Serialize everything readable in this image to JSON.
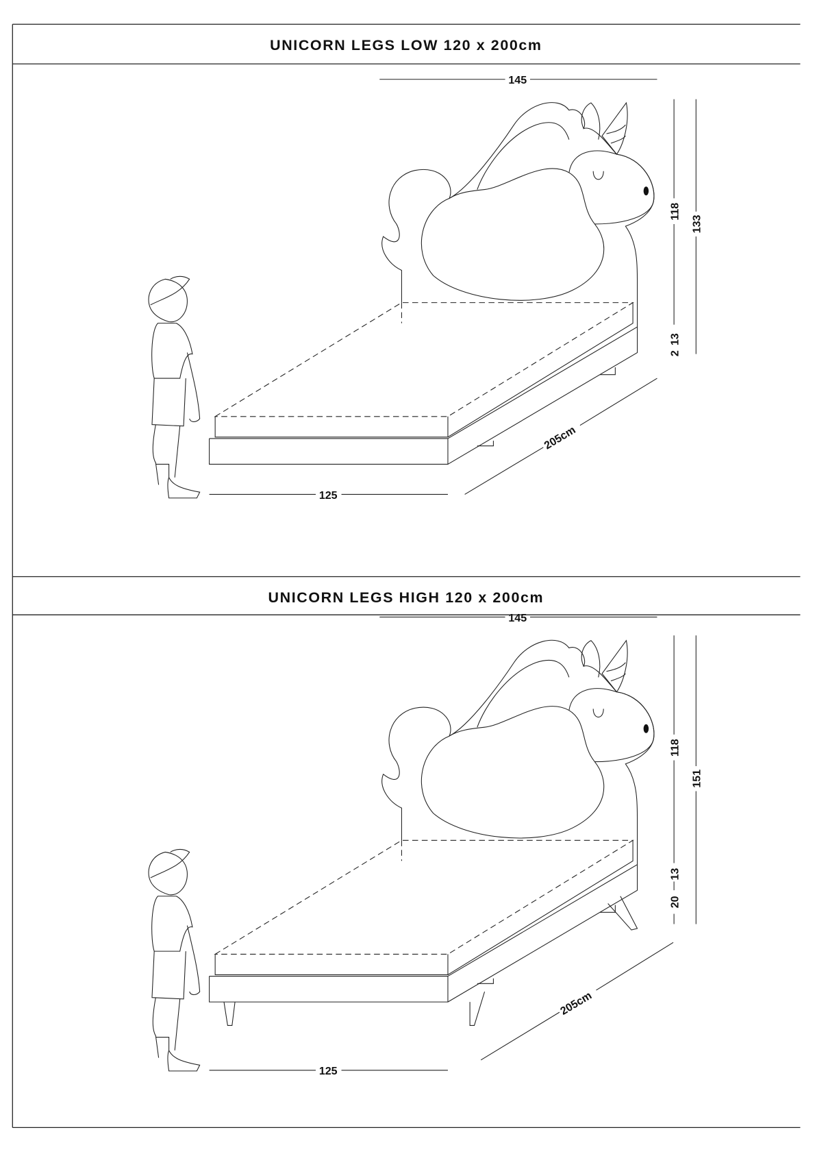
{
  "sections": [
    {
      "title": "UNICORN LEGS LOW 120 x 200cm",
      "width_top": "145",
      "headboard_height": "118",
      "total_height": "133",
      "leg_height": "2",
      "frame_height": "13",
      "length": "205cm",
      "width_front": "125"
    },
    {
      "title": "UNICORN LEGS HIGH 120 x 200cm",
      "width_top": "145",
      "headboard_height": "118",
      "total_height": "151",
      "leg_height": "20",
      "frame_height": "13",
      "length": "205cm",
      "width_front": "125"
    }
  ]
}
